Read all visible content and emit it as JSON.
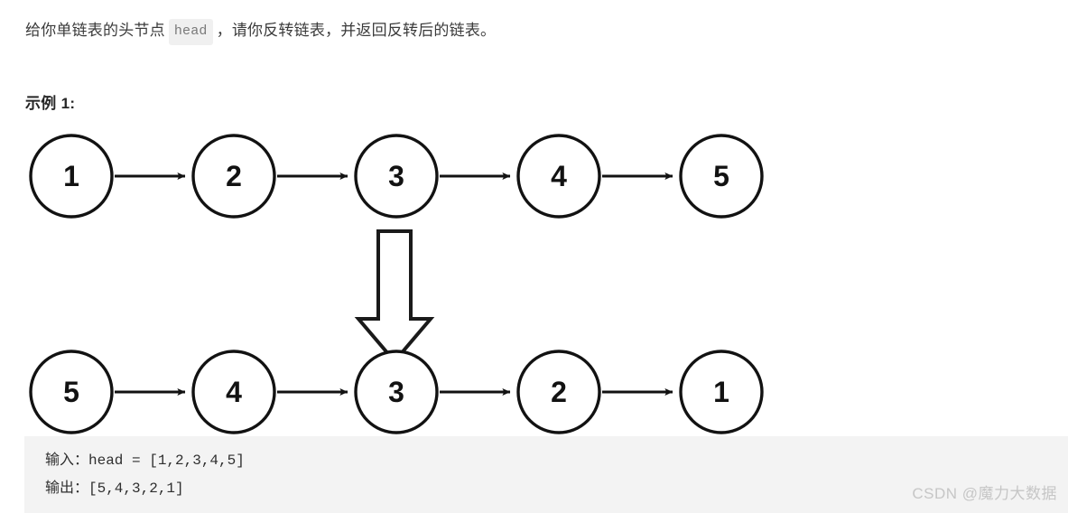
{
  "intro": {
    "before": "给你单链表的头节点",
    "code": "head",
    "after": "，请你反转链表，并返回反转后的链表。"
  },
  "example": {
    "heading": "示例 1:"
  },
  "diagram": {
    "top_row": {
      "label": "original-linked-list",
      "nodes": [
        "1",
        "2",
        "3",
        "4",
        "5"
      ]
    },
    "bottom_row": {
      "label": "reversed-linked-list",
      "nodes": [
        "5",
        "4",
        "3",
        "2",
        "1"
      ]
    },
    "transform_arrow": "down-block-arrow",
    "colors": {
      "stroke": "#121212",
      "fill": "#ffffff"
    }
  },
  "code_block": {
    "lines": [
      "输入：head = [1,2,3,4,5]",
      "输出：[5,4,3,2,1]"
    ],
    "background": "#f3f3f3"
  },
  "watermark": {
    "text": "CSDN @魔力大数据",
    "color": "#c6c6c6"
  }
}
